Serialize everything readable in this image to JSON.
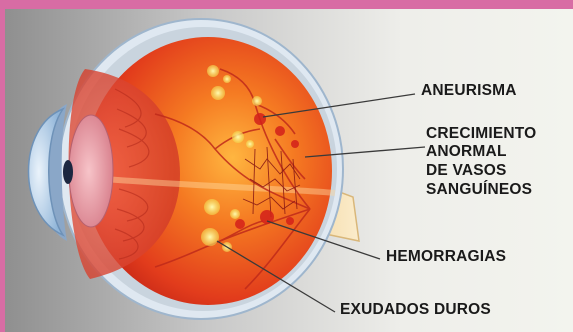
{
  "colors": {
    "frame_pink": "#d86ca4",
    "panel_gray": "#9e9e9e",
    "panel_light": "#f1f2ec",
    "label_text": "#1a1a1a",
    "leader_line": "#3a3a3a"
  },
  "labels": {
    "aneurisma": "ANEURISMA",
    "crecimiento_line1": "CRECIMIENTO",
    "crecimiento_line2": "ANORMAL",
    "crecimiento_line3": "DE VASOS",
    "crecimiento_line4": "SANGUÍNEOS",
    "hemorragias": "HEMORRAGIAS",
    "exudados": "EXUDADOS DUROS"
  }
}
